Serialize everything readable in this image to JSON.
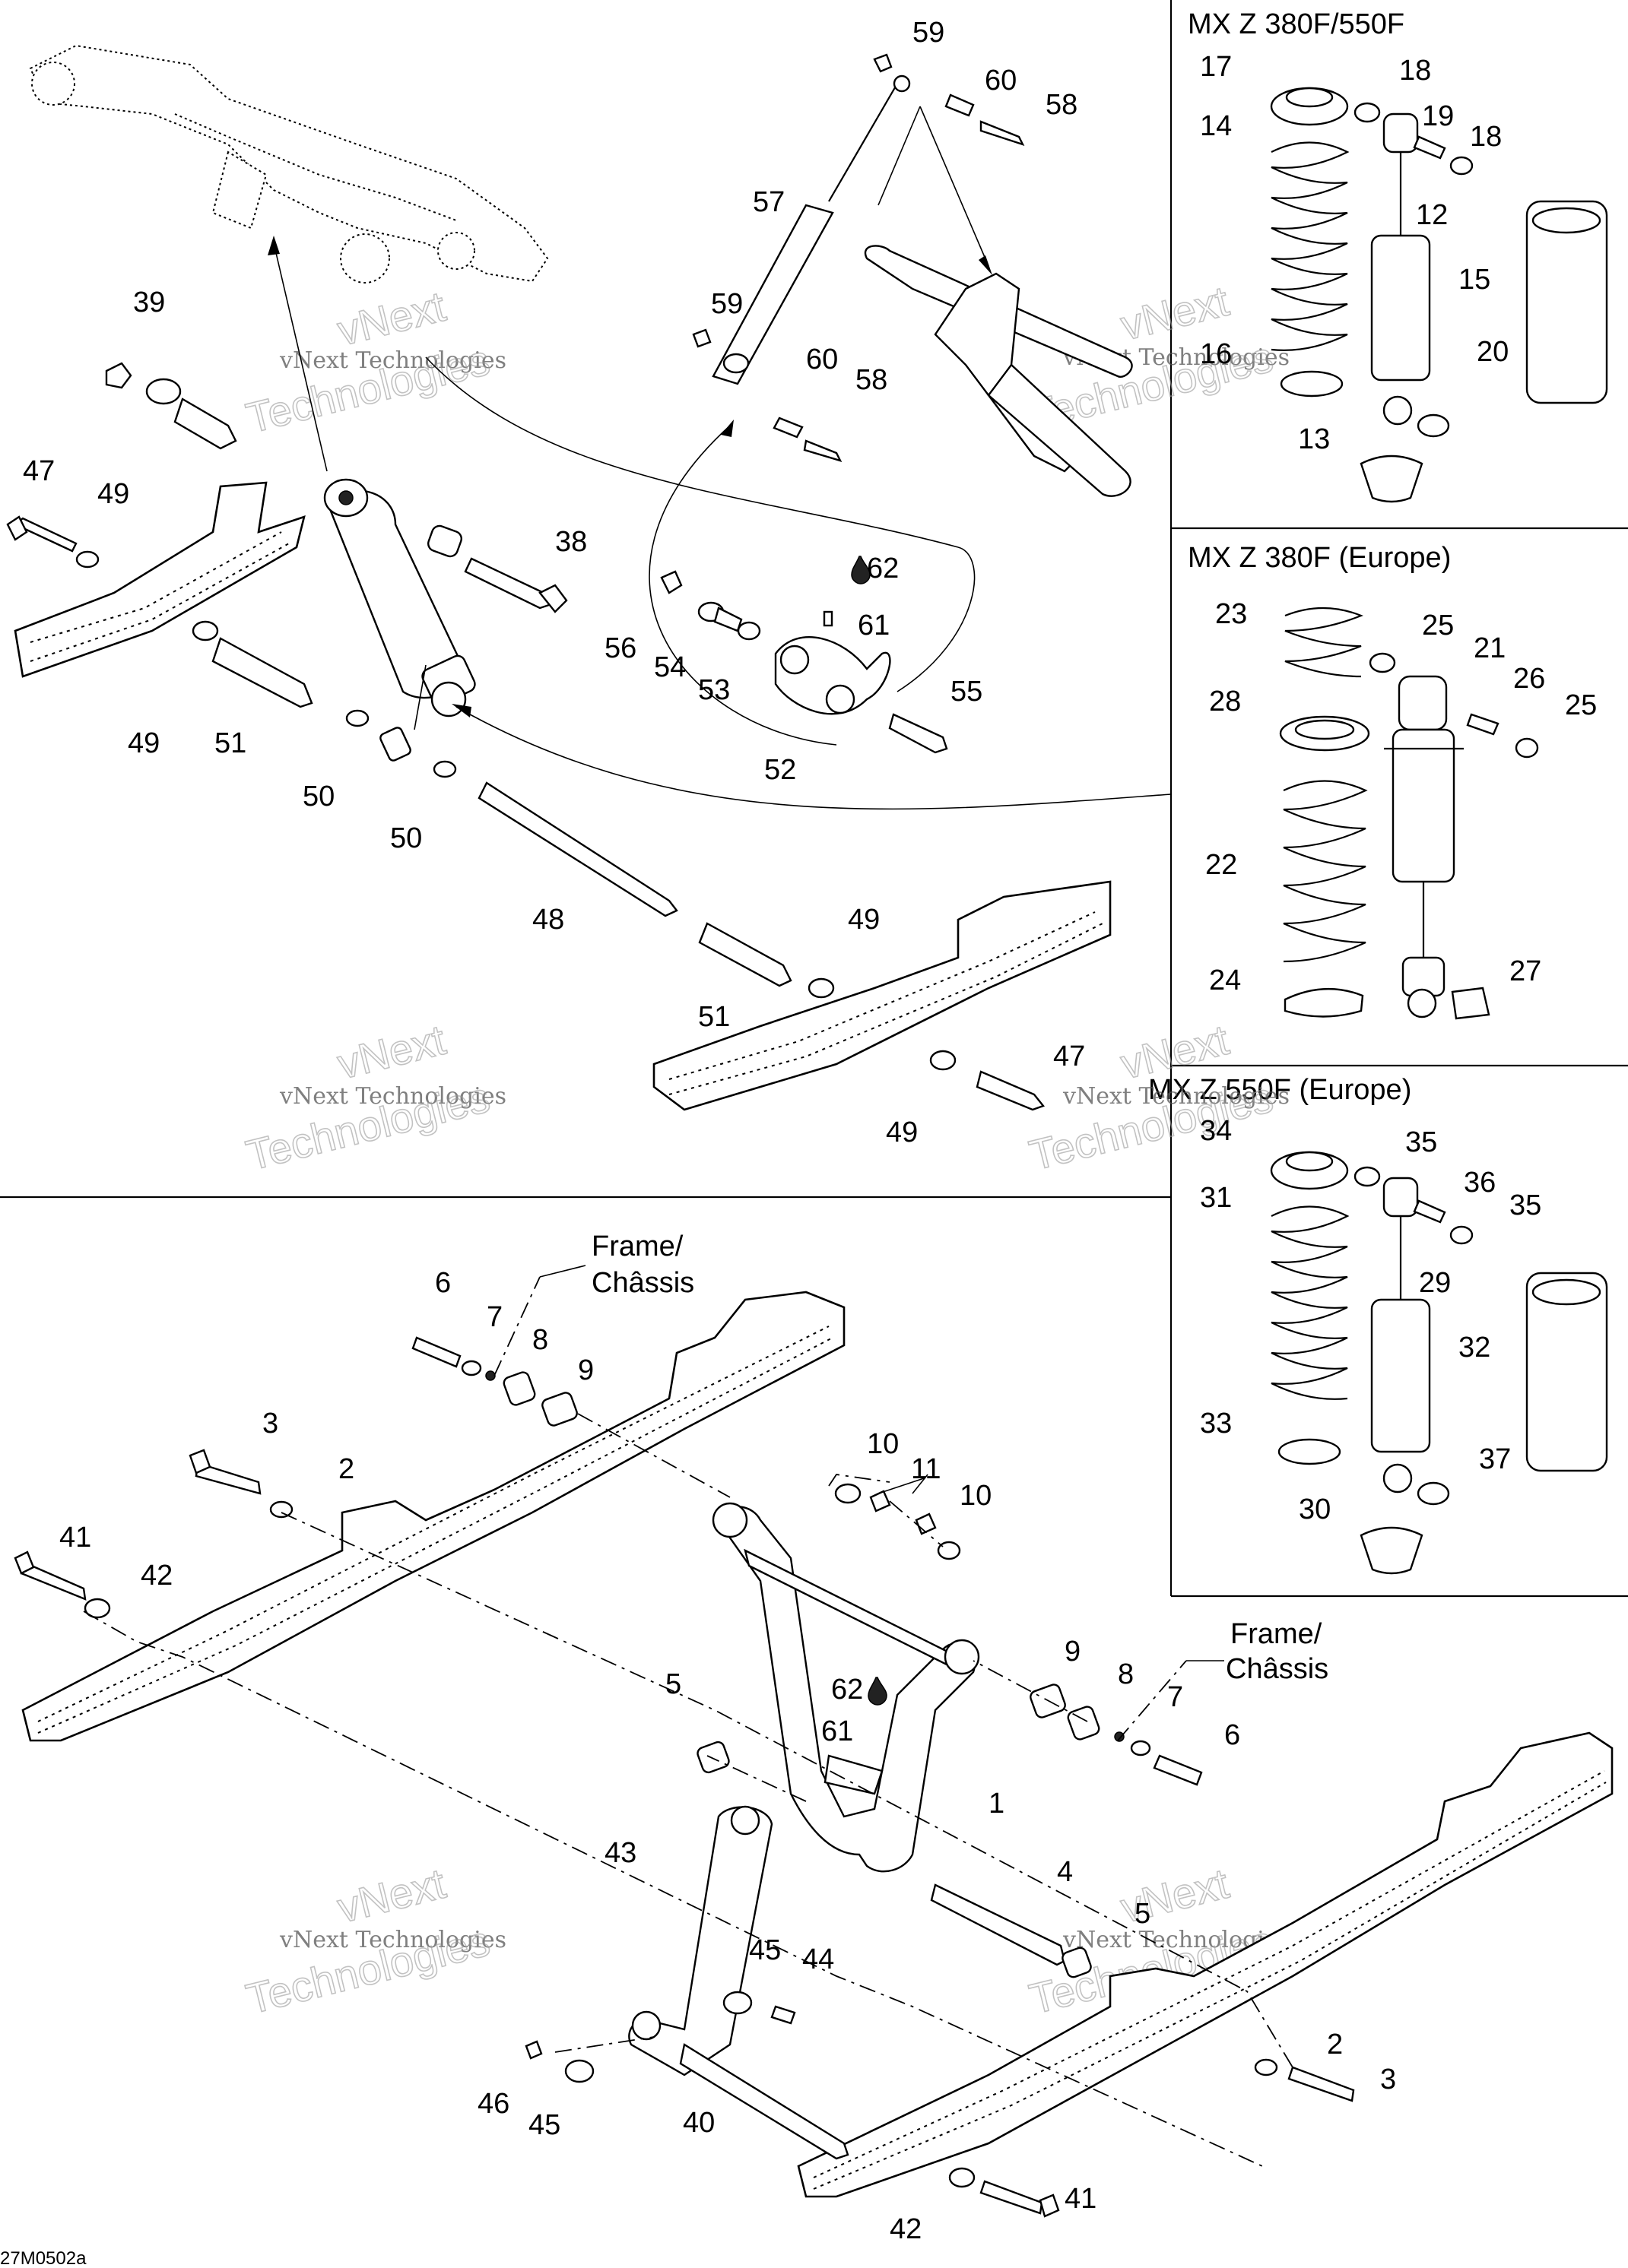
{
  "figure_code": "27M0502a",
  "panels": {
    "mxz_380f_550f": {
      "title": "MX Z 380F/550F"
    },
    "mxz_380f_europe": {
      "title": "MX Z 380F (Europe)"
    },
    "mxz_550f_europe": {
      "title": "MX Z 550F (Europe)"
    }
  },
  "frame_label": {
    "line1": "Frame/",
    "line2": "Châssis"
  },
  "watermark": {
    "line1": "vNext Technologies",
    "line2": "vNext",
    "line3": "Technologies"
  },
  "callouts": {
    "n1": "1",
    "n2": "2",
    "n3": "3",
    "n4": "4",
    "n5": "5",
    "n6": "6",
    "n7": "7",
    "n8": "8",
    "n9": "9",
    "n10": "10",
    "n11": "11",
    "n12": "12",
    "n13": "13",
    "n14": "14",
    "n15": "15",
    "n16": "16",
    "n17": "17",
    "n18": "18",
    "n19": "19",
    "n20": "20",
    "n21": "21",
    "n22": "22",
    "n23": "23",
    "n24": "24",
    "n25": "25",
    "n26": "26",
    "n27": "27",
    "n28": "28",
    "n29": "29",
    "n30": "30",
    "n31": "31",
    "n32": "32",
    "n33": "33",
    "n34": "34",
    "n35": "35",
    "n36": "36",
    "n37": "37",
    "n38": "38",
    "n39": "39",
    "n40": "40",
    "n41": "41",
    "n42": "42",
    "n43": "43",
    "n44": "44",
    "n45": "45",
    "n46": "46",
    "n47": "47",
    "n48": "48",
    "n49": "49",
    "n50": "50",
    "n51": "51",
    "n52": "52",
    "n53": "53",
    "n54": "54",
    "n55": "55",
    "n56": "56",
    "n57": "57",
    "n58": "58",
    "n59": "59",
    "n60": "60",
    "n61": "61",
    "n62": "62"
  }
}
